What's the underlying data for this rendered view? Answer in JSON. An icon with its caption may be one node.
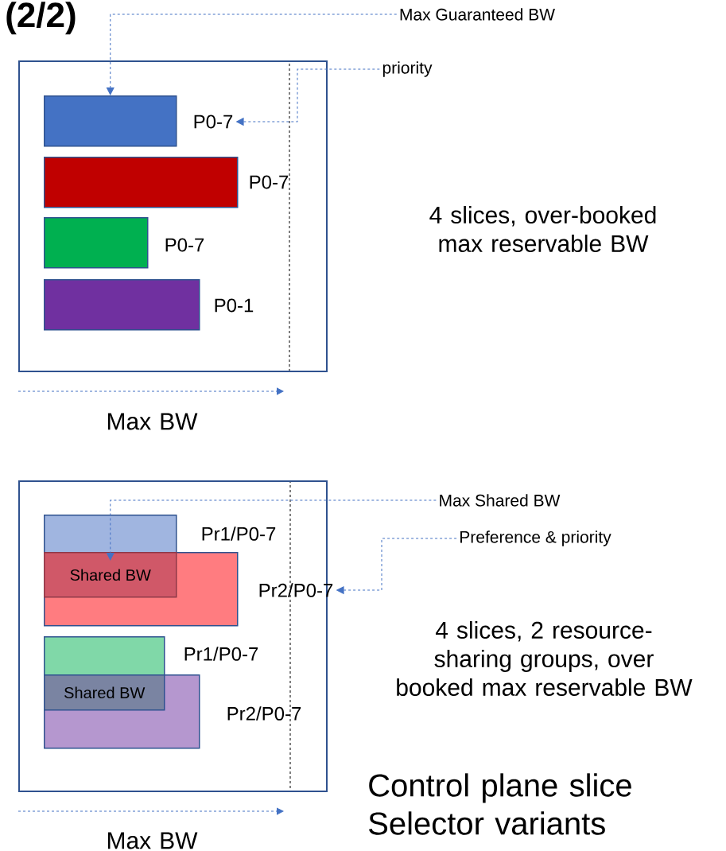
{
  "diagram": {
    "title": "(2/2)",
    "nodes": [
      {
        "text": [],
        "shape": "box"
      },
      {
        "text": [],
        "shape": "bar",
        "in": 0
      },
      {
        "text": [
          "P0-7"
        ],
        "in": 0
      },
      {
        "text": [],
        "shape": "bar",
        "in": 0
      },
      {
        "text": [
          "P0-7"
        ],
        "in": 0
      },
      {
        "text": [],
        "shape": "bar",
        "in": 0
      },
      {
        "text": [
          "P0-7"
        ],
        "in": 0
      },
      {
        "text": [],
        "shape": "bar",
        "in": 0
      },
      {
        "text": [
          "P0-1"
        ],
        "in": 0
      },
      {
        "text": [
          "Max Guaranteed BW"
        ]
      },
      {
        "text": [
          "priority"
        ]
      },
      {
        "text": [],
        "shape": "box"
      },
      {
        "text": [],
        "shape": "bar",
        "in": 11
      },
      {
        "text": [
          "Pr1/P0-7"
        ],
        "in": 11
      },
      {
        "text": [],
        "shape": "bar",
        "in": 11
      },
      {
        "text": [
          "Shared BW"
        ],
        "in": 14
      },
      {
        "text": [
          "Pr2/P0-7"
        ],
        "in": 11
      },
      {
        "text": [],
        "shape": "bar",
        "in": 11
      },
      {
        "text": [
          "Pr1/P0-7"
        ],
        "in": 11
      },
      {
        "text": [],
        "shape": "bar",
        "in": 11
      },
      {
        "text": [
          "Shared BW"
        ],
        "in": 19
      },
      {
        "text": [
          "Pr2/P0-7"
        ],
        "in": 11
      },
      {
        "text": [
          "Max Shared BW"
        ]
      },
      {
        "text": [
          "Preference & priority"
        ]
      }
    ],
    "edges": [
      {
        "from": 9,
        "to": 1,
        "arrow": "to",
        "style": "dashed"
      },
      {
        "from": 10,
        "to": 2,
        "arrow": "to",
        "style": "dashed"
      },
      {
        "from": 22,
        "to": 15,
        "arrow": "to",
        "style": "dashed"
      },
      {
        "from": 23,
        "to": 16,
        "arrow": "to",
        "style": "dashed"
      }
    ],
    "labels": [
      "4 slices, over-booked max reservable BW",
      "Max BW",
      "4 slices, 2 resource-sharing groups, over booked max reservable BW",
      "Control plane slice Selector variants",
      "Max BW"
    ]
  }
}
